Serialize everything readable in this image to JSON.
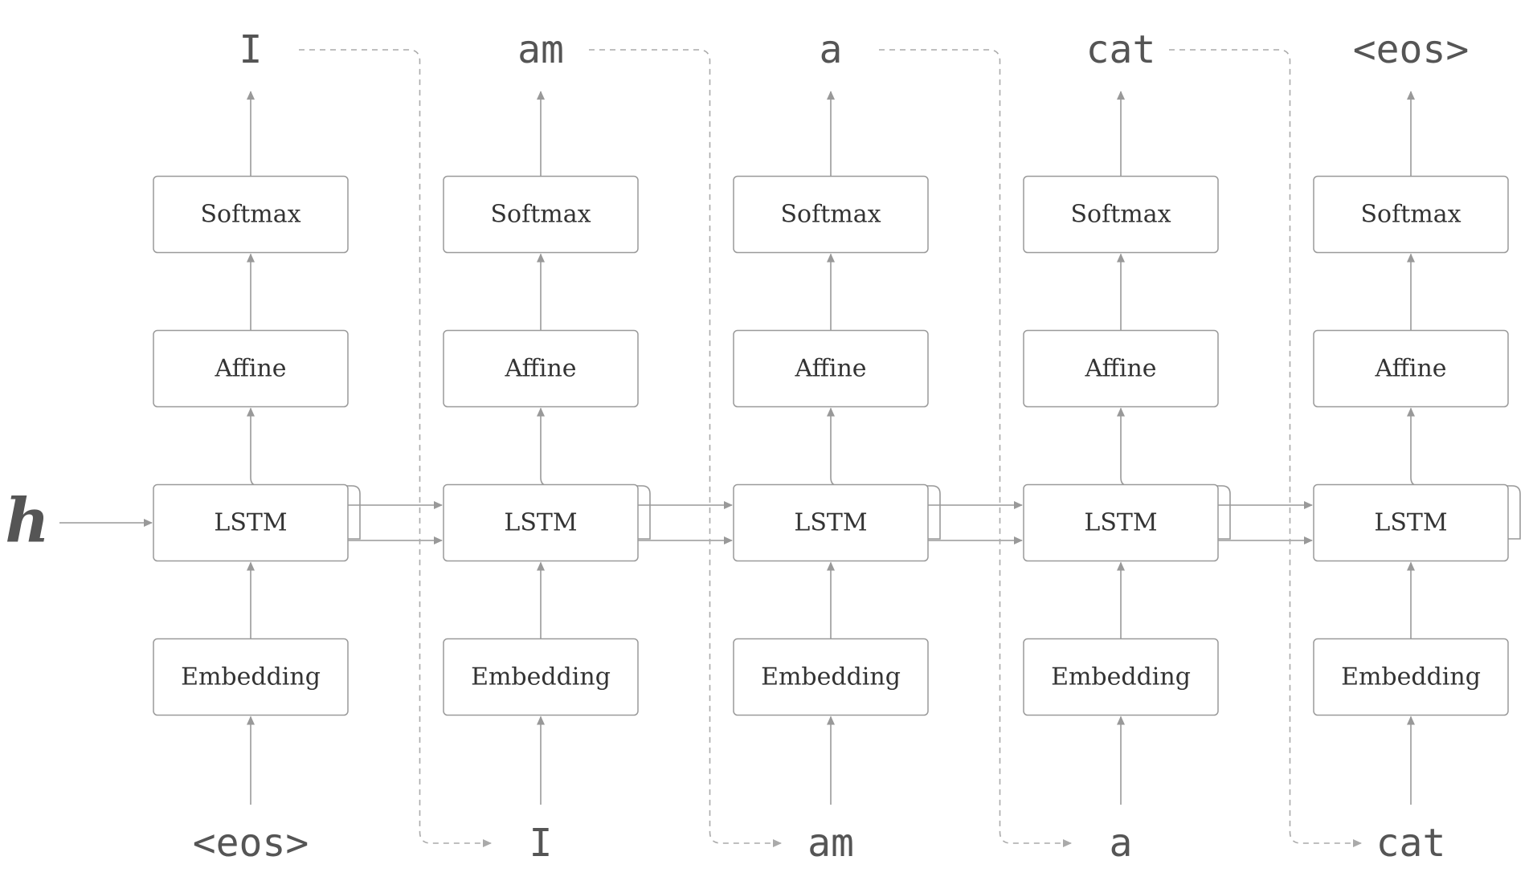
{
  "initial_state_label": "h",
  "columns": [
    {
      "input": "<eos>",
      "output": "I"
    },
    {
      "input": "I",
      "output": "am"
    },
    {
      "input": "am",
      "output": "a"
    },
    {
      "input": "a",
      "output": "cat"
    },
    {
      "input": "cat",
      "output": "<eos>"
    }
  ],
  "layers": {
    "embedding": "Embedding",
    "lstm": "LSTM",
    "affine": "Affine",
    "softmax": "Softmax"
  },
  "colors": {
    "box_border": "#9a9a9a",
    "arrow": "#999999",
    "text": "#333333",
    "token": "#555555"
  }
}
